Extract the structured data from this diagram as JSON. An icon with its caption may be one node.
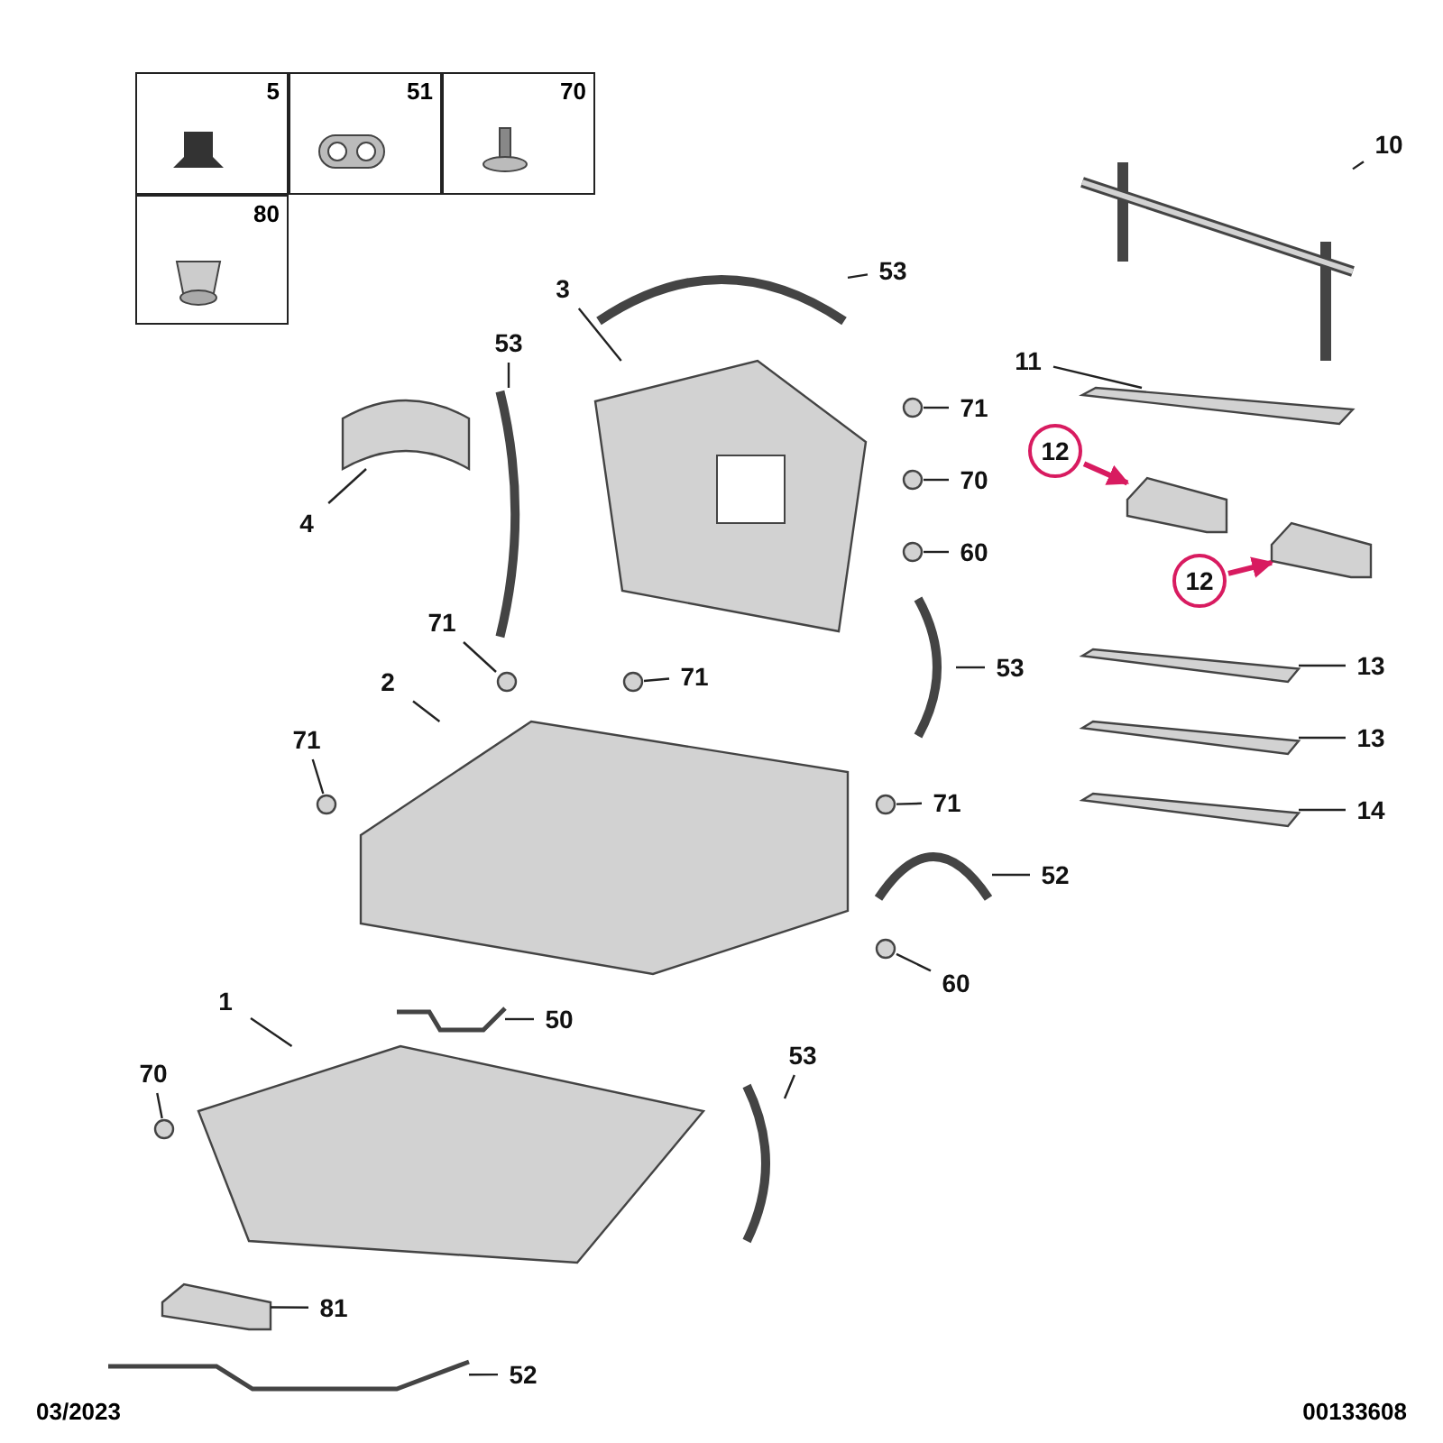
{
  "diagram": {
    "nodes": [
      {
        "text": [
          "5"
        ]
      },
      {
        "text": [
          "51"
        ]
      },
      {
        "text": [
          "70"
        ]
      },
      {
        "text": [
          "80"
        ]
      },
      {
        "text": [
          "10"
        ]
      },
      {
        "text": [],
        "shape": "picture"
      },
      {
        "text": [
          "11"
        ]
      },
      {
        "text": [],
        "shape": "picture"
      },
      {
        "text": [
          "12"
        ]
      },
      {
        "text": [],
        "shape": "picture"
      },
      {
        "text": [
          "12"
        ]
      },
      {
        "text": [],
        "shape": "picture"
      },
      {
        "text": [
          "53"
        ]
      },
      {
        "text": [],
        "shape": "picture"
      },
      {
        "text": [
          "3"
        ]
      },
      {
        "text": [],
        "shape": "picture"
      },
      {
        "text": [
          "53"
        ]
      },
      {
        "text": [],
        "shape": "picture"
      },
      {
        "text": [
          "13"
        ]
      },
      {
        "text": [],
        "shape": "picture"
      },
      {
        "text": [
          "13"
        ]
      },
      {
        "text": [],
        "shape": "picture"
      },
      {
        "text": [
          "14"
        ]
      },
      {
        "text": [],
        "shape": "picture"
      },
      {
        "text": [
          "71"
        ]
      },
      {
        "text": [],
        "shape": "circle"
      },
      {
        "text": [
          "70"
        ]
      },
      {
        "text": [],
        "shape": "circle"
      },
      {
        "text": [
          "60"
        ]
      },
      {
        "text": [],
        "shape": "circle"
      },
      {
        "text": [
          "53"
        ]
      },
      {
        "text": [],
        "shape": "picture"
      },
      {
        "text": [
          "4"
        ]
      },
      {
        "text": [],
        "shape": "picture"
      },
      {
        "text": [
          "2"
        ]
      },
      {
        "text": [],
        "shape": "picture"
      },
      {
        "text": [
          "71"
        ]
      },
      {
        "text": [],
        "shape": "circle"
      },
      {
        "text": [
          "71"
        ]
      },
      {
        "text": [],
        "shape": "circle"
      },
      {
        "text": [
          "71"
        ]
      },
      {
        "text": [],
        "shape": "circle"
      },
      {
        "text": [
          "71"
        ]
      },
      {
        "text": [],
        "shape": "circle"
      },
      {
        "text": [
          "52"
        ]
      },
      {
        "text": [],
        "shape": "picture"
      },
      {
        "text": [
          "60"
        ]
      },
      {
        "text": [],
        "shape": "circle"
      },
      {
        "text": [
          "1"
        ]
      },
      {
        "text": [],
        "shape": "picture"
      },
      {
        "text": [
          "50"
        ]
      },
      {
        "text": [],
        "shape": "picture"
      },
      {
        "text": [
          "53"
        ]
      },
      {
        "text": [],
        "shape": "picture"
      },
      {
        "text": [
          "70"
        ]
      },
      {
        "text": [],
        "shape": "circle"
      },
      {
        "text": [
          "81"
        ]
      },
      {
        "text": [],
        "shape": "picture"
      },
      {
        "text": [
          "52"
        ]
      },
      {
        "text": [],
        "shape": "picture"
      }
    ],
    "edges": [
      {
        "from": 4,
        "to": 5,
        "arrow": "none"
      },
      {
        "from": 6,
        "to": 7,
        "arrow": "none"
      },
      {
        "from": 8,
        "to": 9,
        "arrow": "to",
        "style": "thick",
        "color": "#d81b60"
      },
      {
        "from": 10,
        "to": 11,
        "arrow": "to",
        "style": "thick",
        "color": "#d81b60"
      },
      {
        "from": 12,
        "to": 13,
        "arrow": "none"
      },
      {
        "from": 14,
        "to": 15,
        "arrow": "none"
      },
      {
        "from": 16,
        "to": 17,
        "arrow": "none"
      },
      {
        "from": 18,
        "to": 19,
        "arrow": "none"
      },
      {
        "from": 20,
        "to": 21,
        "arrow": "none"
      },
      {
        "from": 22,
        "to": 23,
        "arrow": "none"
      },
      {
        "from": 24,
        "to": 25,
        "arrow": "none"
      },
      {
        "from": 26,
        "to": 27,
        "arrow": "none"
      },
      {
        "from": 28,
        "to": 29,
        "arrow": "none"
      },
      {
        "from": 30,
        "to": 31,
        "arrow": "none"
      },
      {
        "from": 32,
        "to": 33,
        "arrow": "none"
      },
      {
        "from": 34,
        "to": 35,
        "arrow": "none"
      },
      {
        "from": 36,
        "to": 37,
        "arrow": "none"
      },
      {
        "from": 38,
        "to": 39,
        "arrow": "none"
      },
      {
        "from": 40,
        "to": 41,
        "arrow": "none"
      },
      {
        "from": 42,
        "to": 43,
        "arrow": "none"
      },
      {
        "from": 44,
        "to": 45,
        "arrow": "none"
      },
      {
        "from": 46,
        "to": 47,
        "arrow": "none"
      },
      {
        "from": 48,
        "to": 49,
        "arrow": "none"
      },
      {
        "from": 50,
        "to": 51,
        "arrow": "none"
      },
      {
        "from": 52,
        "to": 53,
        "arrow": "none"
      },
      {
        "from": 54,
        "to": 55,
        "arrow": "none"
      },
      {
        "from": 56,
        "to": 57,
        "arrow": "none"
      },
      {
        "from": 58,
        "to": 59,
        "arrow": "none"
      }
    ],
    "labels": [
      "03/2023",
      "00133608"
    ]
  }
}
